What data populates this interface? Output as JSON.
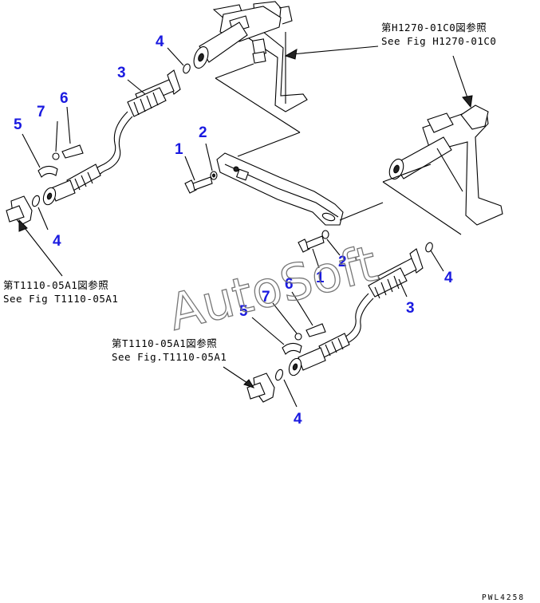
{
  "references": {
    "ref_h1270_jp": "第H1270-01C0図参照",
    "ref_h1270_en": "See Fig H1270-01C0",
    "ref_t1110_left_jp": "第T1110-05A1図参照",
    "ref_t1110_left_en": "See Fig T1110-05A1",
    "ref_t1110_mid_jp": "第T1110-05A1図参照",
    "ref_t1110_mid_en": "See Fig.T1110-05A1"
  },
  "callouts": {
    "c1_top": "1",
    "c2_top": "2",
    "c3_top": "3",
    "c4_top": "4",
    "c4_left": "4",
    "c5_left": "5",
    "c6_left": "6",
    "c7_left": "7",
    "c1_right": "1",
    "c2_right": "2",
    "c3_right": "3",
    "c4_right": "4",
    "c4_bottom": "4",
    "c5_mid": "5",
    "c6_mid": "6",
    "c7_mid": "7"
  },
  "watermark": "AutoSoft",
  "drawing_code": "PWL4258",
  "colors": {
    "callout": "#1a1ae0",
    "line": "#000000",
    "watermark": "#777777"
  }
}
